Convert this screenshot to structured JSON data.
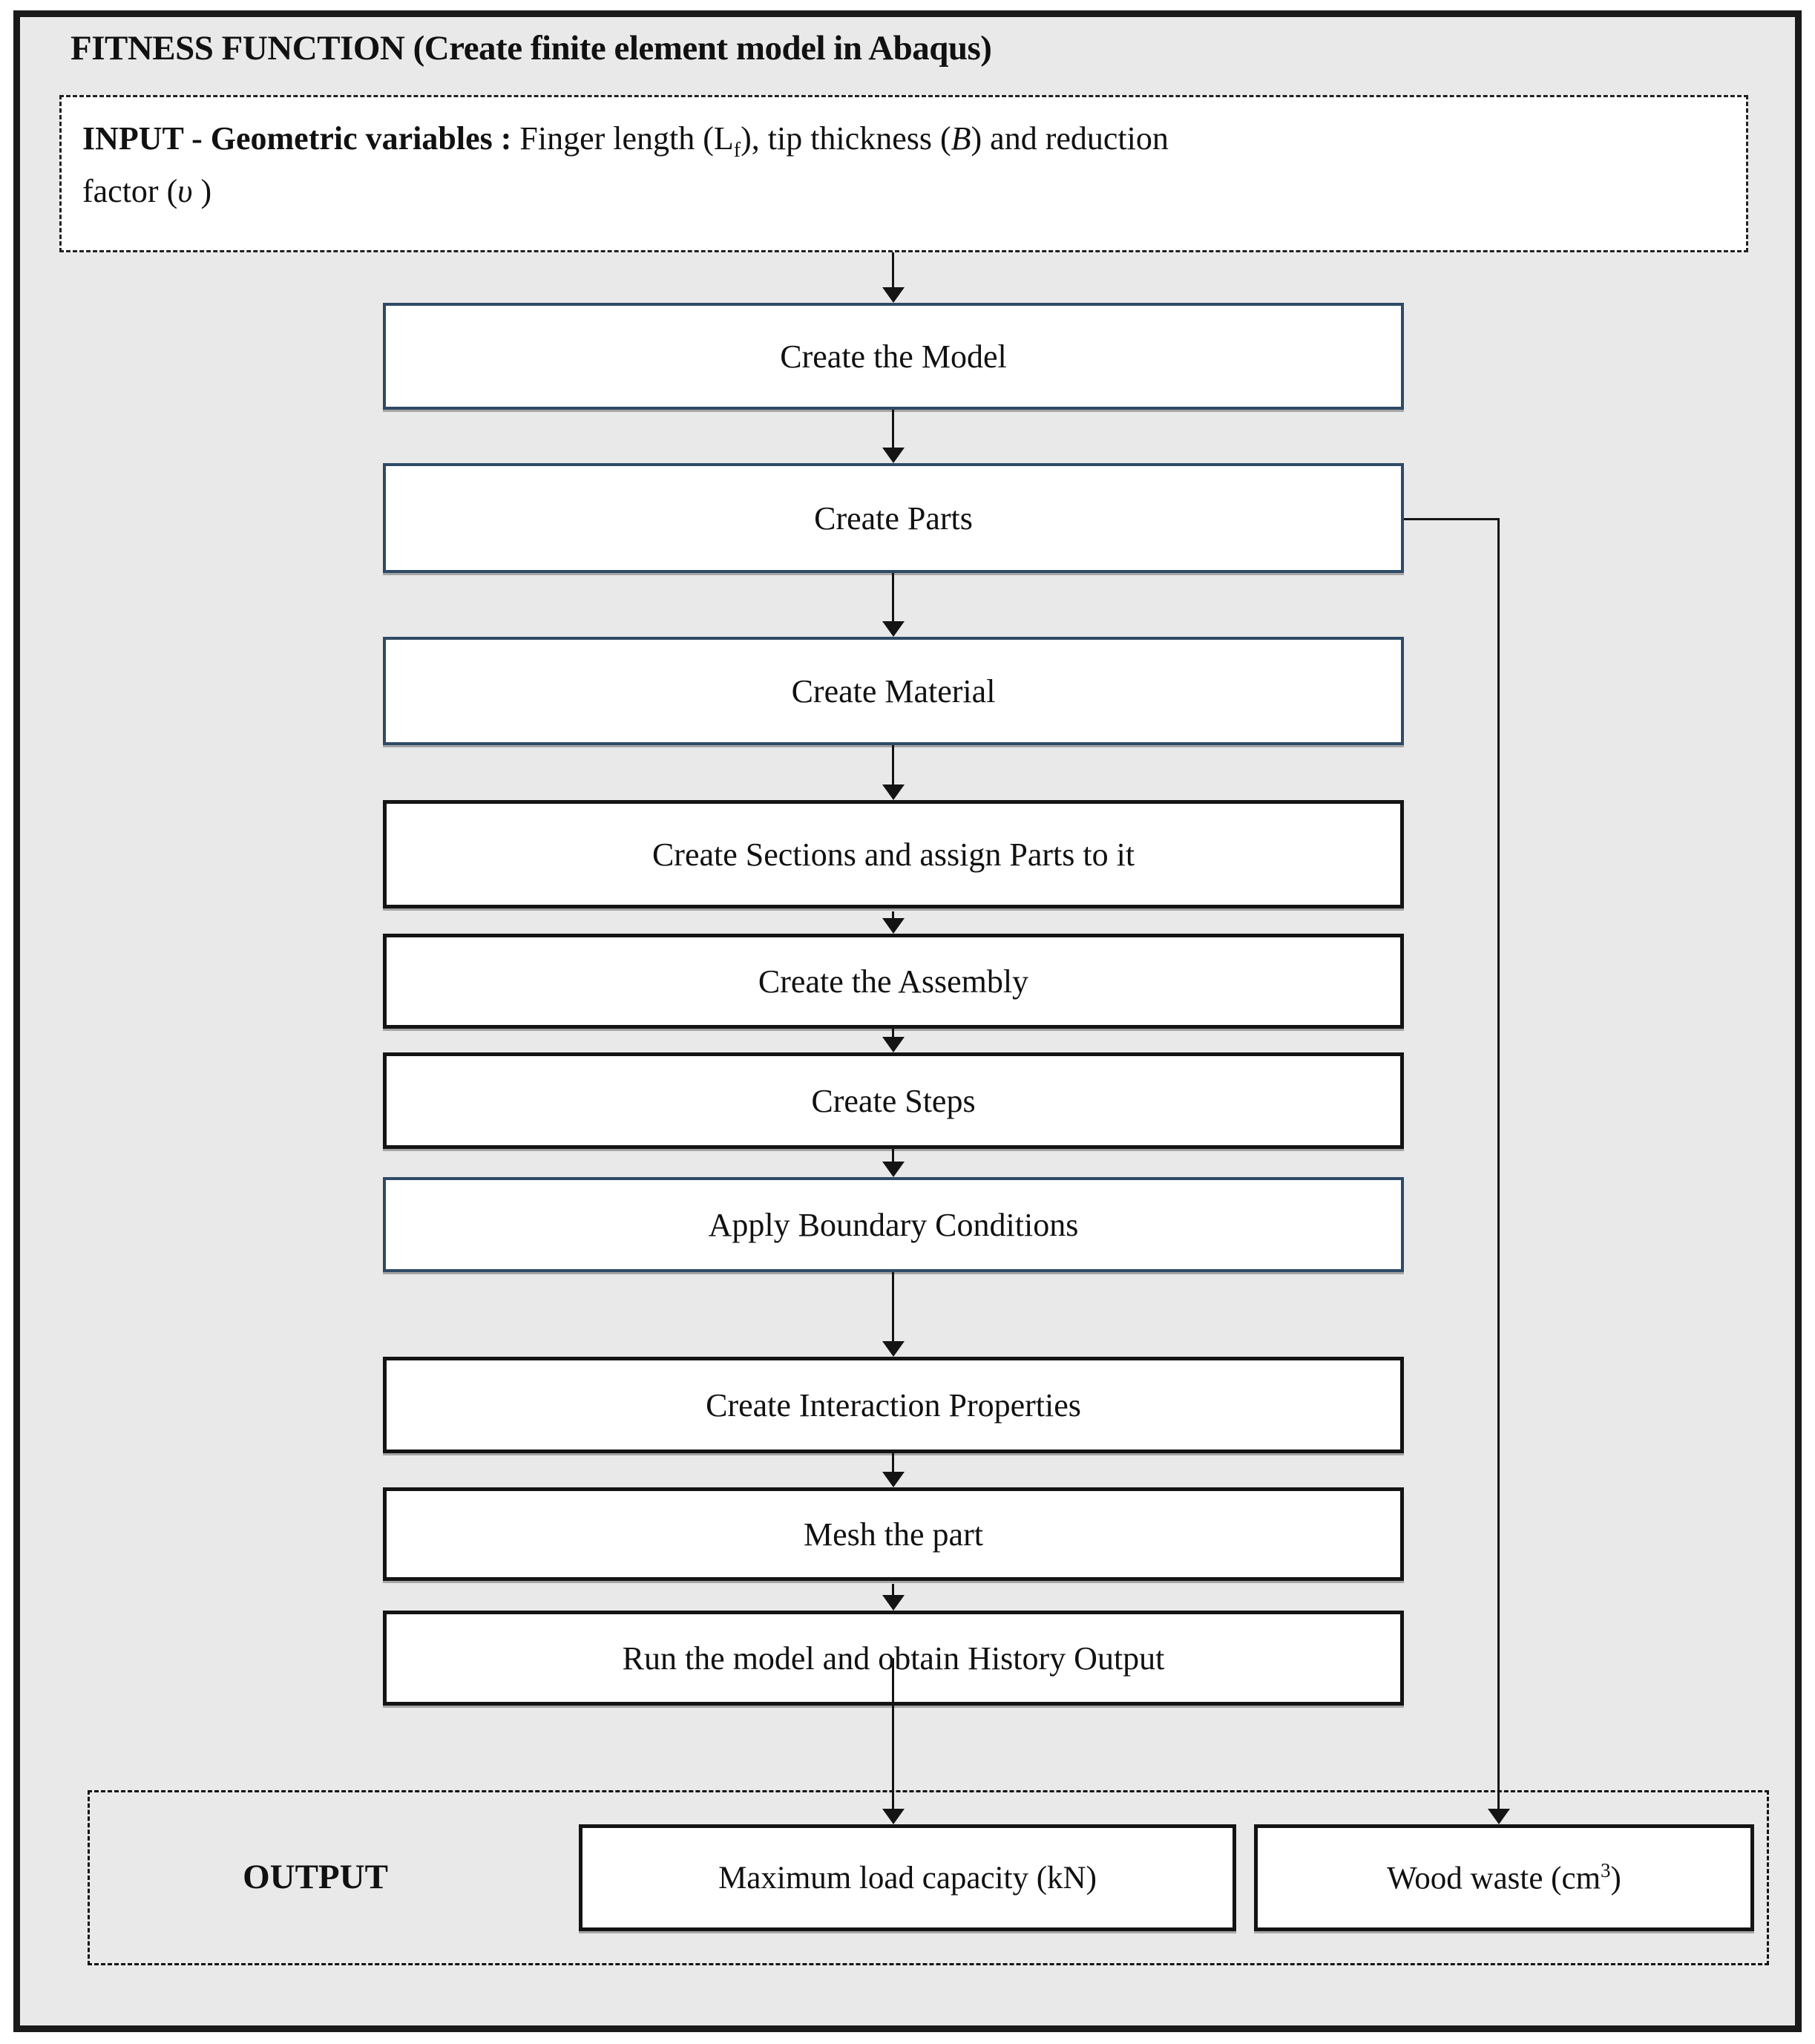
{
  "colors": {
    "page_background": "#e9e9e9",
    "frame_border": "#1a1a1a",
    "box_border_accent": "#2e4a66",
    "box_border_default": "#141414",
    "box_fill": "#ffffff"
  },
  "header": {
    "title": "FITNESS FUNCTION (Create finite element model in Abaqus)"
  },
  "input_box": {
    "heading": "INPUT - Geometric variables :",
    "segment1": " Finger length (L",
    "subscript_f": "f",
    "segment2": "), tip thickness (",
    "italic_B": "B",
    "segment3": ") and reduction",
    "segment4": "factor (",
    "italic_v": "υ",
    "segment5": " )"
  },
  "flow": {
    "steps": [
      {
        "label": "Create the Model"
      },
      {
        "label": "Create Parts"
      },
      {
        "label": "Create Material"
      },
      {
        "label": "Create Sections and assign Parts to it"
      },
      {
        "label": "Create the Assembly"
      },
      {
        "label": "Create Steps"
      },
      {
        "label": "Apply Boundary Conditions"
      },
      {
        "label": "Create Interaction Properties"
      },
      {
        "label": "Mesh the part"
      },
      {
        "label": "Run the model and obtain History Output"
      }
    ]
  },
  "output_section": {
    "label": "OUTPUT",
    "box1": {
      "label": "Maximum load capacity (kN)"
    },
    "box2": {
      "pre": "Wood waste (cm",
      "superscript": "3",
      "post": ")"
    }
  }
}
